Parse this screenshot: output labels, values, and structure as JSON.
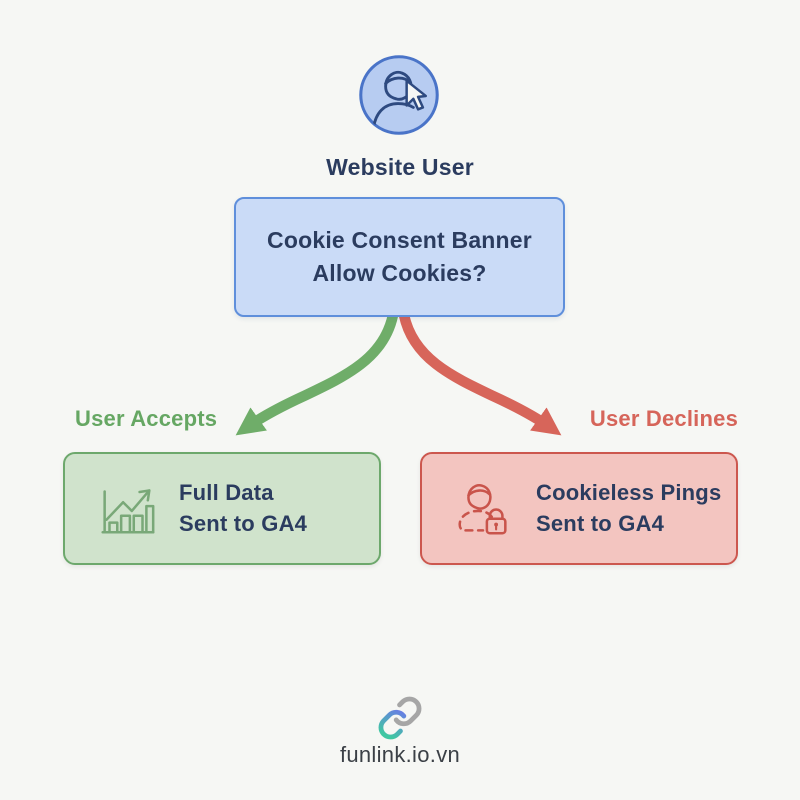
{
  "canvas": {
    "background": "#f6f7f4"
  },
  "user": {
    "label": "Website User",
    "icon": "user-cursor-avatar-icon"
  },
  "decision_box": {
    "line1": "Cookie Consent Banner",
    "line2": "Allow Cookies?"
  },
  "branch_accept": {
    "label": "User Accepts",
    "box_line1": "Full Data",
    "box_line2": "Sent to GA4",
    "icon": "bar-chart-growth-icon",
    "arrow_color": "#6fad69",
    "box_fill": "#d0e3cc",
    "box_border": "#6da86c",
    "label_color": "#66a763"
  },
  "branch_decline": {
    "label": "User Declines",
    "box_line1": "Cookieless Pings",
    "box_line2": "Sent to GA4",
    "icon": "anonymous-user-lock-icon",
    "arrow_color": "#d7655a",
    "box_fill": "#f3c5c0",
    "box_border": "#cc574e",
    "label_color": "#d6655a"
  },
  "footer": {
    "brand": "funlink.io.vn",
    "icon": "link-chain-icon"
  },
  "colors": {
    "background": "#f6f7f4",
    "text_navy": "#2b3c5f",
    "avatar_fill": "#b7ccf1",
    "avatar_border": "#4a74c8",
    "decision_fill": "#cadbf7",
    "decision_border": "#5f8fdb",
    "logo_gray": "#a6a6a6",
    "logo_gradient_start": "#6b79e8",
    "logo_gradient_end": "#40c7a2"
  }
}
